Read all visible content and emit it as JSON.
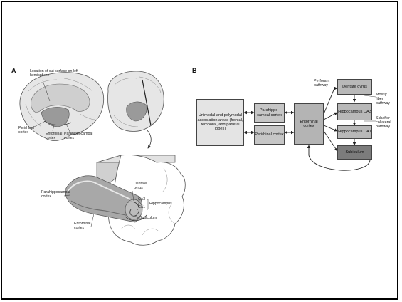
{
  "panel_a": {
    "letter": "A",
    "cut_note": "Location of cut surface on left hemisphere",
    "perirhinal": "Perirhinal cortex",
    "entorhinal": "Entorhinal cortex",
    "parahippocampal": "Parahippocampal cortex",
    "section_parahippocampal": "Parahippocampal cortex",
    "section_entorhinal": "Entorhinal cortex",
    "dentate": "Dentate gyrus",
    "ca3": "CA3",
    "ca1": "CA1",
    "hippocampus": "Hippocampus",
    "subiculum": "Subiculum"
  },
  "panel_b": {
    "letter": "B",
    "assoc": "Unimodal and polymodal association areas (frontal, temporal, and parietal lobes)",
    "parahippocampal": "Parahippo-campal cortex",
    "perirhinal": "Perirhinal cortex",
    "entorhinal": "Entorhinal cortex",
    "dentate": "Dentate gyrus",
    "ca3": "Hippocampus CA3",
    "ca1": "Hippocampus CA1",
    "subiculum": "Subiculum",
    "perforant": "Perforant pathway",
    "mossy": "Mossy fiber pathway",
    "schaffer": "Schaffer collateral pathway"
  }
}
